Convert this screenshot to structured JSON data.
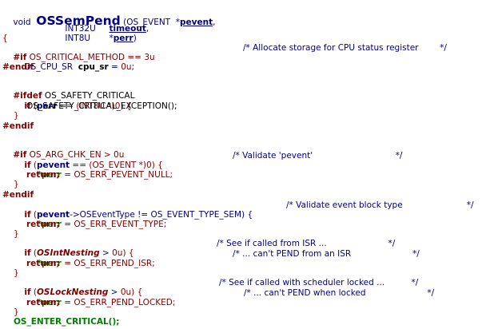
{
  "code": {
    "l1_void": "void",
    "l1_fn": "OSSemPend",
    "l1_rest": " (OS_EVENT  *",
    "l1_param": "pevent",
    "l1_comma": ",",
    "l2_type": "INT32U",
    "l2_param": "timeout",
    "l2_comma": ",",
    "l3_type": "INT8U",
    "l3_star": "*",
    "l3_param": "perr",
    "l3_close": ")",
    "l4": "{",
    "l5_kw": "#if",
    "l5_rest": " OS_CRITICAL_METHOD == ",
    "l5_num": "3u",
    "l5_cm": "/* Allocate storage for CPU status register        */",
    "l6_type": "OS_CPU_SR",
    "l6_var": "cpu_sr",
    "l6_rest": " = ",
    "l6_num": "0u",
    "l6_end": ";",
    "l7": "#endif",
    "l8_kw": "#ifdef",
    "l8_rest": " OS_SAFETY_CRITICAL",
    "l9_if": "if",
    "l9_a": " (",
    "l9_var": "perr",
    "l9_b": " == (INT8U *)",
    "l9_num": "0",
    "l9_c": ") {",
    "l10": "OS_SAFETY_CRITICAL_EXCEPTION();",
    "l11": "}",
    "l12": "#endif",
    "l13_kw": "#if",
    "l13_rest": " OS_ARG_CHK_EN > ",
    "l13_num": "0u",
    "l14_if": "if",
    "l14_a": " (",
    "l14_var": "pevent",
    "l14_b": " == (OS_EVENT *)",
    "l14_num": "0",
    "l14_c": ") {",
    "l14_cm": "/* Validate 'pevent'                               */",
    "l15_var": "*perr",
    "l15_rest": " = OS_ERR_PEVENT_NULL;",
    "l16": "return;",
    "l17": "}",
    "l18": "#endif",
    "l19_if": "if",
    "l19_a": " (",
    "l19_var": "pevent",
    "l19_b": "->OSEventType != OS_EVENT_TYPE_SEM) {",
    "l19_cm": "/* Validate event block type                        */",
    "l20_var": "*perr",
    "l20_rest": " = OS_ERR_EVENT_TYPE;",
    "l21": "return;",
    "l22": "}",
    "l23_if": "if",
    "l23_a": " (",
    "l23_var": "OSIntNesting",
    "l23_b": " > ",
    "l23_num": "0u",
    "l23_c": ") {",
    "l23_cm": "/* See if called from ISR ...                       */",
    "l24_var": "*perr",
    "l24_rest": " = OS_ERR_PEND_ISR;",
    "l24_cm": "/* ... can't PEND from an ISR                       */",
    "l25": "return;",
    "l26": "}",
    "l27_if": "if",
    "l27_a": " (",
    "l27_var": "OSLockNesting",
    "l27_b": " > ",
    "l27_num": "0u",
    "l27_c": ") {",
    "l27_cm": "/* See if called with scheduler locked ...          */",
    "l28_var": "*perr",
    "l28_rest": " = OS_ERR_PEND_LOCKED;",
    "l28_cm": "/* ... can't PEND when locked                       */",
    "l29": "return;",
    "l30": "}",
    "l31": "OS_ENTER_CRITICAL();"
  }
}
